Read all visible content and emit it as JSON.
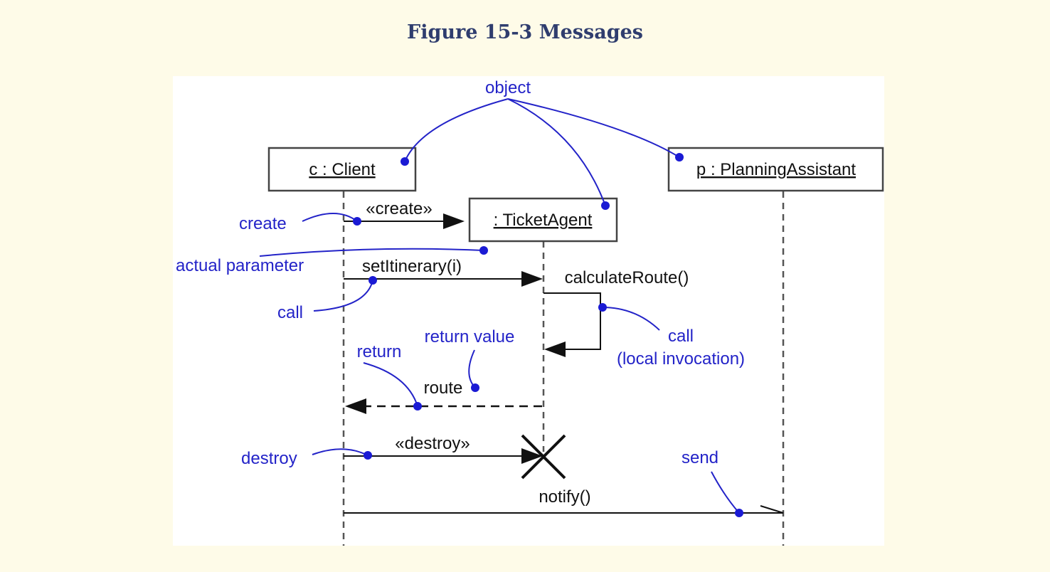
{
  "title": "Figure 15-3 Messages",
  "objects": {
    "client": "c : Client",
    "ticket_agent": ": TicketAgent",
    "planning_assistant": "p : PlanningAssistant"
  },
  "messages": {
    "create": "«create»",
    "set_itinerary": "setItinerary(i)",
    "calculate_route": "calculateRoute()",
    "route": "route",
    "destroy": "«destroy»",
    "notify": "notify()"
  },
  "annotations": {
    "object": "object",
    "create": "create",
    "actual_parameter": "actual parameter",
    "call": "call",
    "call_local_1": "call",
    "call_local_2": "(local invocation)",
    "return_value": "return value",
    "return": "return",
    "destroy": "destroy",
    "send": "send"
  },
  "colors": {
    "background": "#fefbe8",
    "title": "#2f3d6e",
    "annotation": "#2323c8"
  }
}
